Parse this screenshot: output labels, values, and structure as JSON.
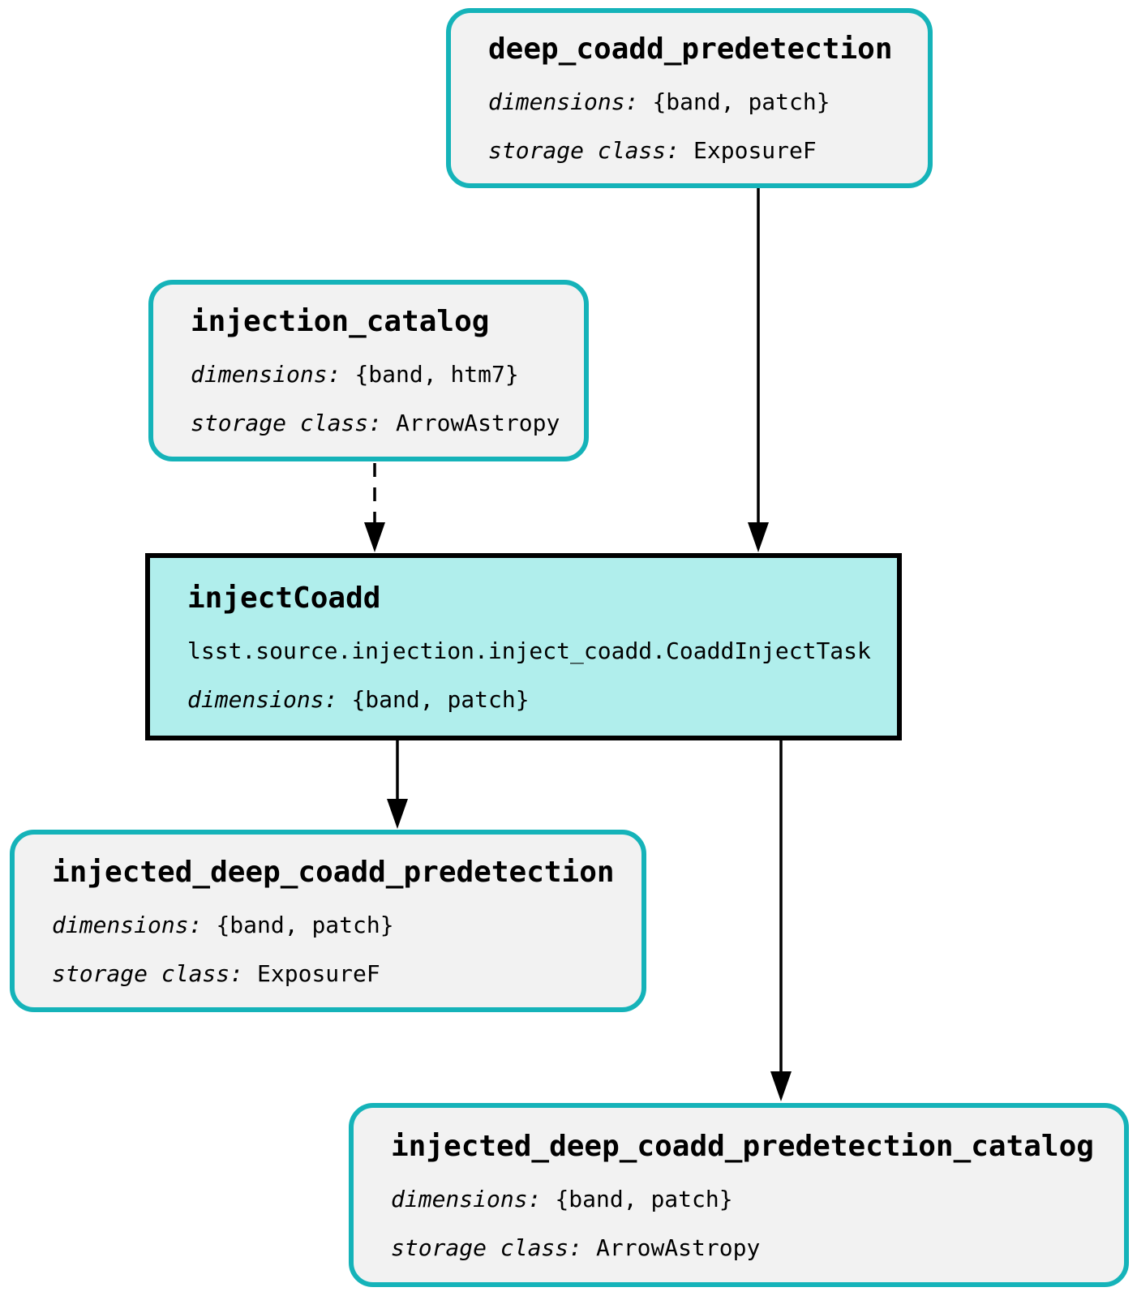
{
  "diagram_type": "pipeline-task-graph",
  "colors": {
    "dataset_border": "#15b3b9",
    "dataset_fill": "#f2f2f2",
    "task_border": "#000000",
    "task_fill": "#b0eeec",
    "edge": "#000000",
    "background": "#ffffff"
  },
  "nodes": {
    "deep_coadd_predetection": {
      "kind": "dataset",
      "title": "deep_coadd_predetection",
      "dimensions_label": "dimensions:",
      "dimensions_value": "{band, patch}",
      "storage_label": "storage class:",
      "storage_value": "ExposureF"
    },
    "injection_catalog": {
      "kind": "dataset",
      "title": "injection_catalog",
      "dimensions_label": "dimensions:",
      "dimensions_value": "{band, htm7}",
      "storage_label": "storage class:",
      "storage_value": "ArrowAstropy"
    },
    "injectCoadd": {
      "kind": "task",
      "title": "injectCoadd",
      "task_class": "lsst.source.injection.inject_coadd.CoaddInjectTask",
      "dimensions_label": "dimensions:",
      "dimensions_value": "{band, patch}"
    },
    "injected_deep_coadd_predetection": {
      "kind": "dataset",
      "title": "injected_deep_coadd_predetection",
      "dimensions_label": "dimensions:",
      "dimensions_value": "{band, patch}",
      "storage_label": "storage class:",
      "storage_value": "ExposureF"
    },
    "injected_deep_coadd_predetection_catalog": {
      "kind": "dataset",
      "title": "injected_deep_coadd_predetection_catalog",
      "dimensions_label": "dimensions:",
      "dimensions_value": "{band, patch}",
      "storage_label": "storage class:",
      "storage_value": "ArrowAstropy"
    }
  },
  "edges": [
    {
      "from": "deep_coadd_predetection",
      "to": "injectCoadd",
      "style": "solid"
    },
    {
      "from": "injection_catalog",
      "to": "injectCoadd",
      "style": "dashed"
    },
    {
      "from": "injectCoadd",
      "to": "injected_deep_coadd_predetection",
      "style": "solid"
    },
    {
      "from": "injectCoadd",
      "to": "injected_deep_coadd_predetection_catalog",
      "style": "solid"
    }
  ]
}
